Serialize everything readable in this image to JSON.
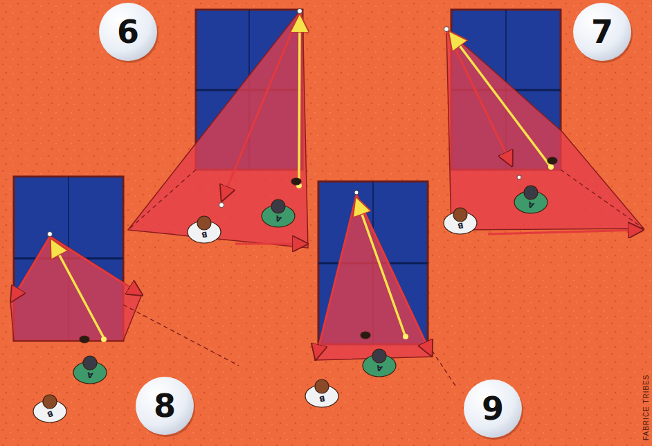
{
  "diagram": {
    "nodes": [
      {
        "text": [
          "6"
        ]
      },
      {
        "text": [
          "7"
        ]
      },
      {
        "text": [
          "8"
        ]
      },
      {
        "text": [
          "9"
        ]
      }
    ],
    "labels": [
      "B",
      "A",
      "B",
      "A",
      "A",
      "B",
      "B",
      "A",
      "FABRICE TRIBES"
    ]
  }
}
